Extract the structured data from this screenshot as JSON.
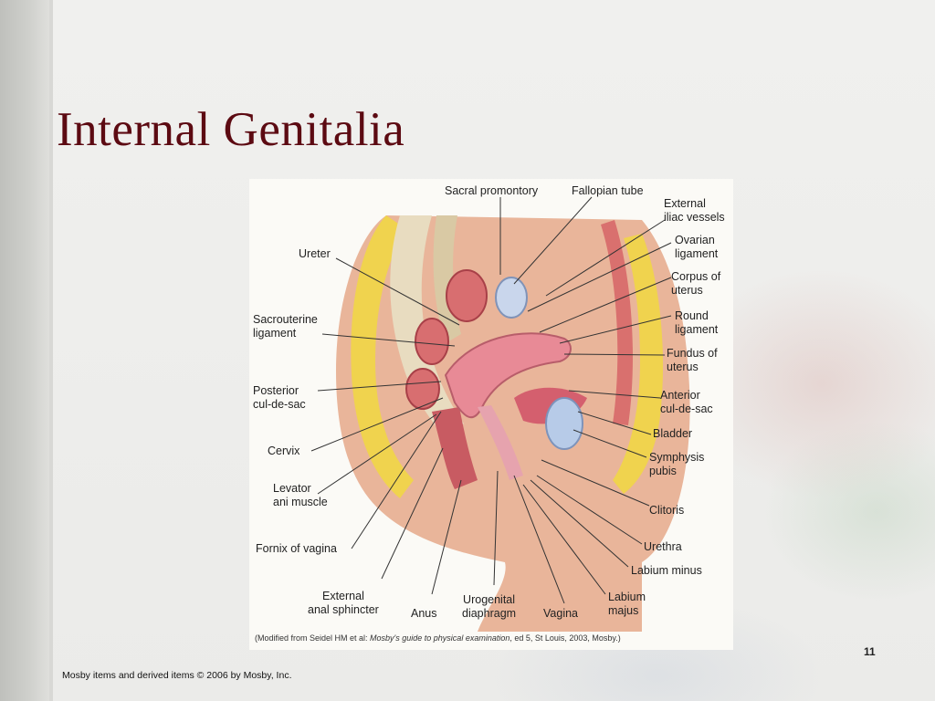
{
  "slide": {
    "title": "Internal Genitalia",
    "page_number": "11",
    "copyright": "Mosby items and derived items © 2006 by Mosby, Inc."
  },
  "figure": {
    "credit_prefix": "(Modified from Seidel HM et al: ",
    "credit_book": "Mosby's guide to physical examination",
    "credit_suffix": ", ed 5, St Louis, 2003, Mosby.)",
    "labels": {
      "sacral_promontory": "Sacral promontory",
      "fallopian_tube": "Fallopian tube",
      "external_iliac_vessels": "External\niliac vessels",
      "ovarian_ligament": "Ovarian\nligament",
      "corpus_of_uterus": "Corpus of\nuterus",
      "round_ligament": "Round\nligament",
      "fundus_of_uterus": "Fundus of\nuterus",
      "anterior_cul_de_sac": "Anterior\ncul-de-sac",
      "bladder": "Bladder",
      "symphysis_pubis": "Symphysis\npubis",
      "clitoris": "Clitoris",
      "urethra": "Urethra",
      "labium_minus": "Labium minus",
      "labium_majus": "Labium\nmajus",
      "vagina": "Vagina",
      "urogenital_diaphragm": "Urogenital\ndiaphragm",
      "anus": "Anus",
      "external_anal_sphincter": "External\nanal sphincter",
      "fornix_of_vagina": "Fornix of vagina",
      "levator_ani_muscle": "Levator\nani muscle",
      "cervix": "Cervix",
      "posterior_cul_de_sac": "Posterior\ncul-de-sac",
      "sacrouterine_ligament": "Sacrouterine\nligament",
      "ureter": "Ureter"
    }
  }
}
